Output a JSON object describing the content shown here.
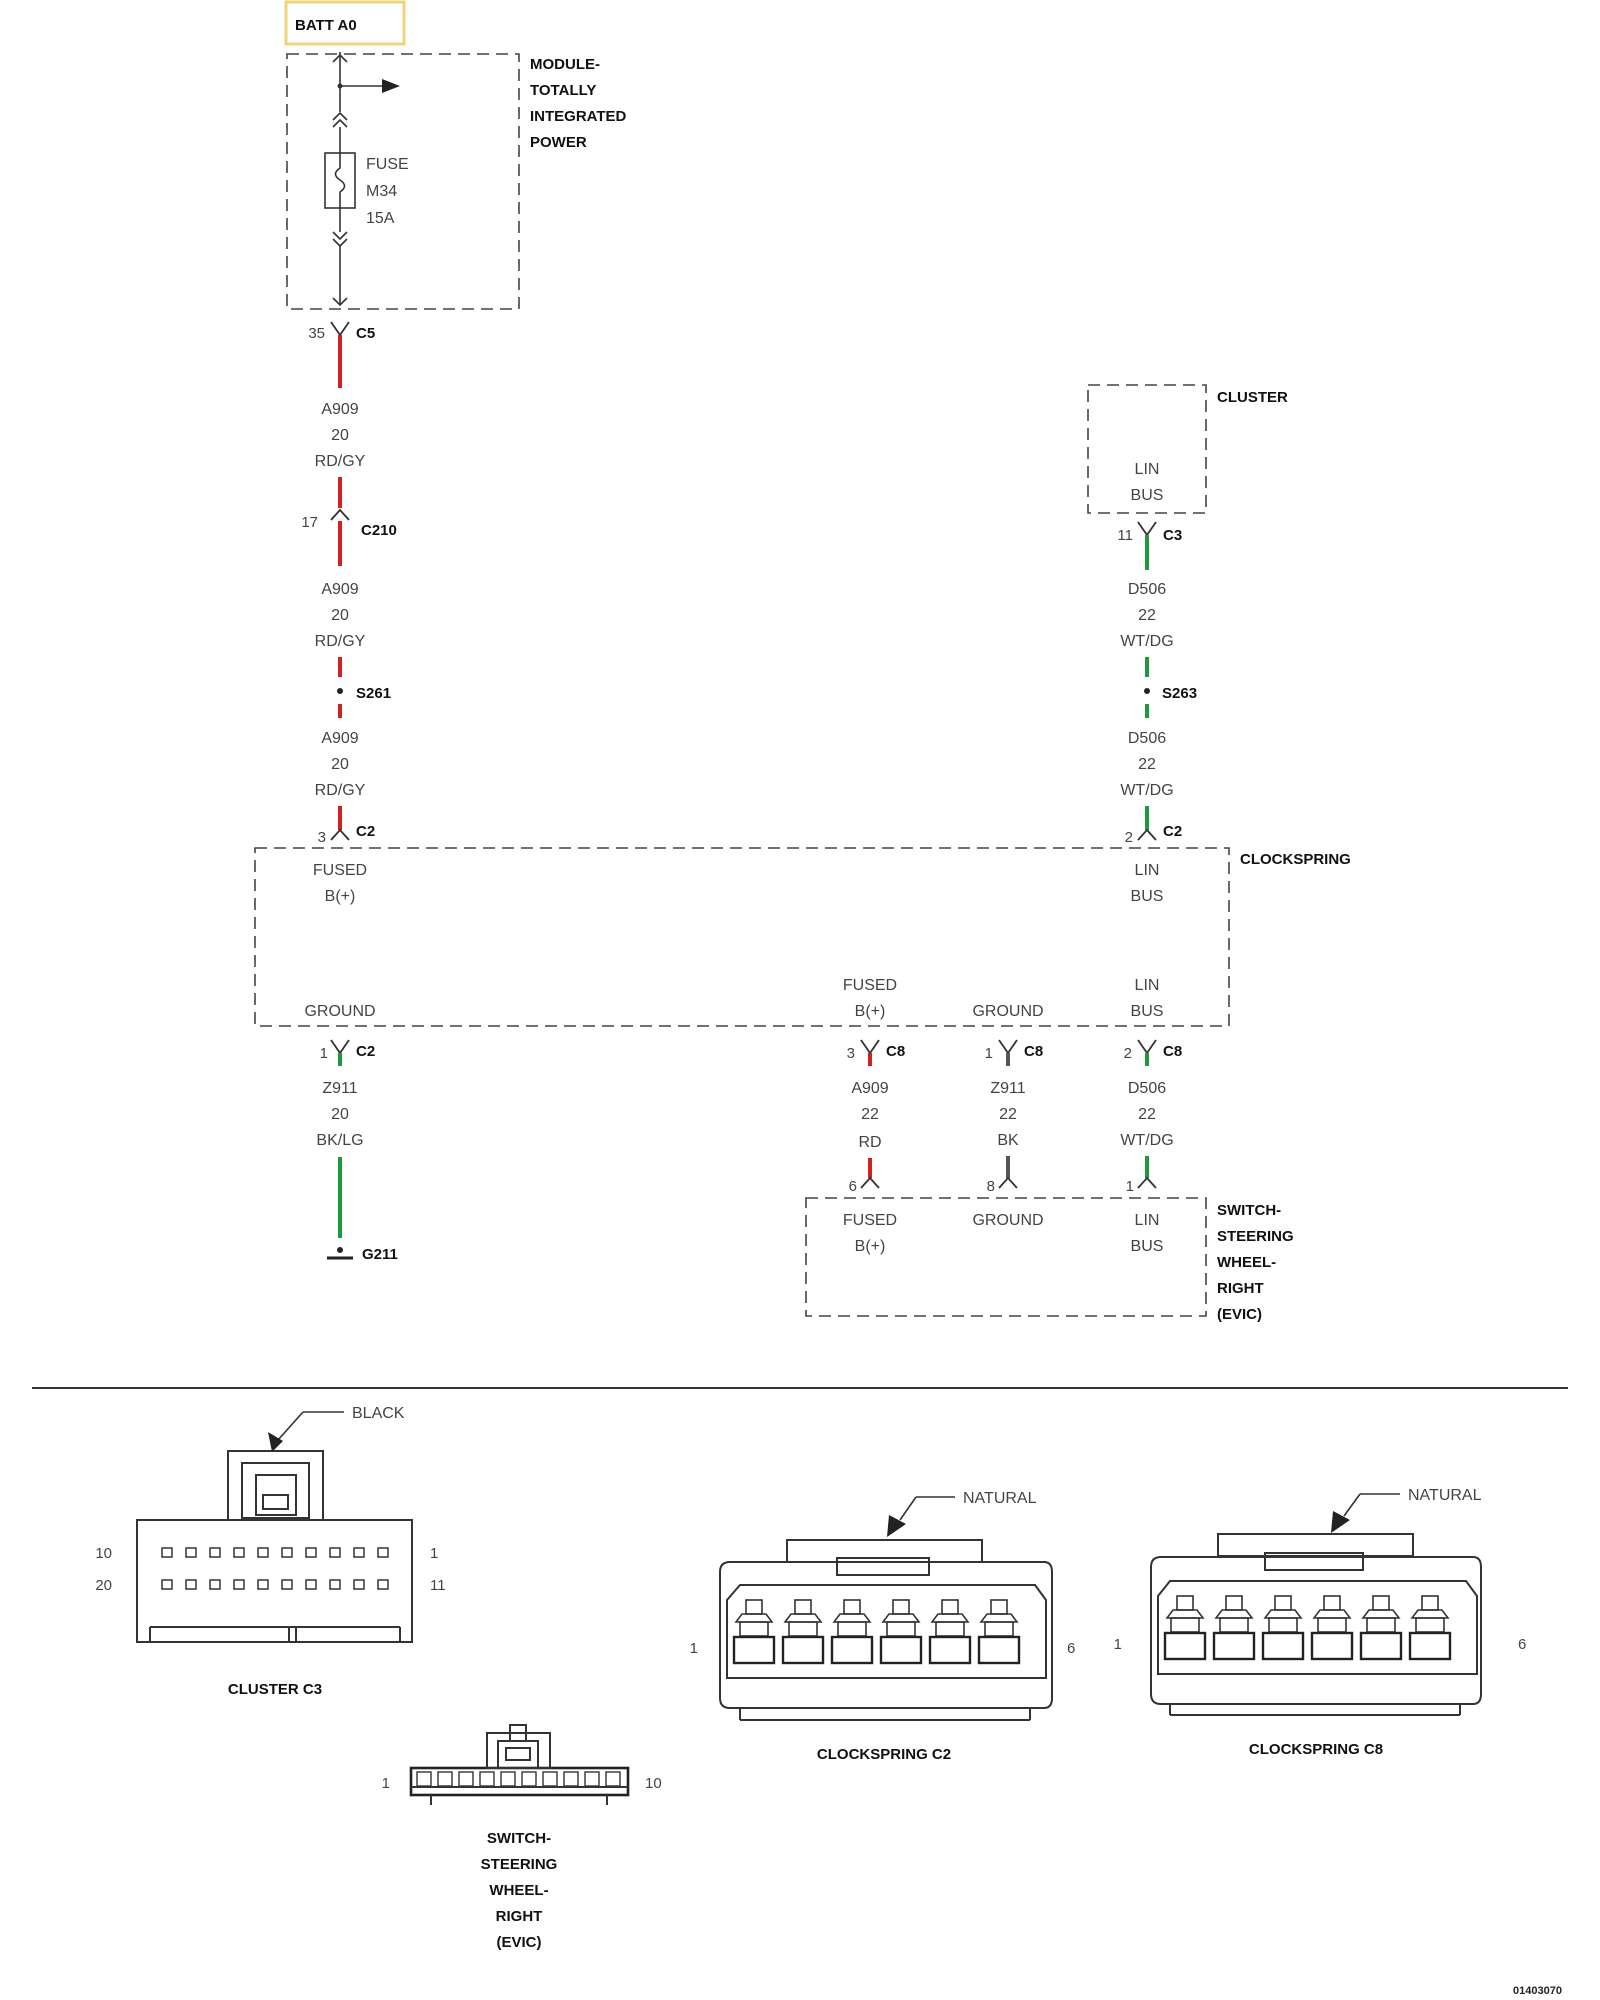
{
  "colors": {
    "red": "#d42020",
    "green": "#1e9a3a",
    "gray": "#555555",
    "batt_border": "#f0d27a"
  },
  "top": {
    "batt": "BATT A0",
    "tipm": [
      "MODULE-",
      "TOTALLY",
      "INTEGRATED",
      "POWER"
    ],
    "fuse": [
      "FUSE",
      "M34",
      "15A"
    ]
  },
  "left_wire": {
    "c5_pin": "35",
    "c5": "C5",
    "c210_pin": "17",
    "c210": "C210",
    "s261": "S261",
    "c2_pin": "3",
    "c2": "C2",
    "seg1": [
      "A909",
      "20",
      "RD/GY"
    ],
    "seg2": [
      "A909",
      "20",
      "RD/GY"
    ],
    "seg3": [
      "A909",
      "20",
      "RD/GY"
    ]
  },
  "cluster": {
    "title": "CLUSTER",
    "lin": [
      "LIN",
      "BUS"
    ],
    "c3_pin": "11",
    "c3": "C3",
    "seg1": [
      "D506",
      "22",
      "WT/DG"
    ],
    "s263": "S263",
    "seg2": [
      "D506",
      "22",
      "WT/DG"
    ],
    "c2_pin": "2",
    "c2": "C2"
  },
  "clockspring": {
    "title": "CLOCKSPRING",
    "fused_top": [
      "FUSED",
      "B(+)"
    ],
    "lin_top": [
      "LIN",
      "BUS"
    ],
    "ground_left": "GROUND",
    "fused_bottom": [
      "FUSED",
      "B(+)"
    ],
    "ground_mid": "GROUND",
    "lin_bottom": [
      "LIN",
      "BUS"
    ]
  },
  "ground_wire": {
    "pin": "1",
    "conn": "C2",
    "seg": [
      "Z911",
      "20",
      "BK/LG"
    ],
    "ground": "G211"
  },
  "c8": {
    "col1": {
      "pin": "3",
      "conn": "C8",
      "seg": [
        "A909",
        "22",
        "RD"
      ],
      "sw_pin": "6"
    },
    "col2": {
      "pin": "1",
      "conn": "C8",
      "seg": [
        "Z911",
        "22",
        "BK"
      ],
      "sw_pin": "8"
    },
    "col3": {
      "pin": "2",
      "conn": "C8",
      "seg": [
        "D506",
        "22",
        "WT/DG"
      ],
      "sw_pin": "1"
    }
  },
  "switch": {
    "fused": [
      "FUSED",
      "B(+)"
    ],
    "ground": "GROUND",
    "lin": [
      "LIN",
      "BUS"
    ],
    "title": [
      "SWITCH-",
      "STEERING",
      "WHEEL-",
      "RIGHT",
      "(EVIC)"
    ]
  },
  "views": {
    "cluster_c3": {
      "callout": "BLACK",
      "pin_10": "10",
      "pin_20": "20",
      "pin_1": "1",
      "pin_11": "11",
      "caption": "CLUSTER C3"
    },
    "clockspring_c2": {
      "callout": "NATURAL",
      "pin_1": "1",
      "pin_6": "6",
      "caption": "CLOCKSPRING C2"
    },
    "clockspring_c8": {
      "callout": "NATURAL",
      "pin_1": "1",
      "pin_6": "6",
      "caption": "CLOCKSPRING C8"
    },
    "switch": {
      "pin_1": "1",
      "pin_10": "10",
      "caption": [
        "SWITCH-",
        "STEERING",
        "WHEEL-",
        "RIGHT",
        "(EVIC)"
      ]
    }
  },
  "figure_id": "01403070"
}
